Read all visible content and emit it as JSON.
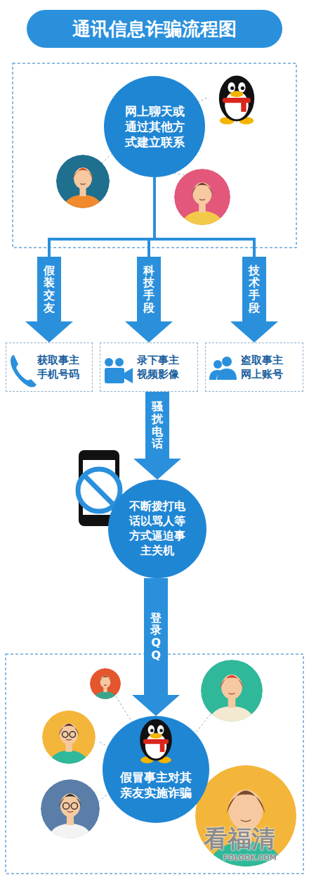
{
  "diagram": {
    "title": "通讯信息诈骗流程图",
    "nodes": [
      {
        "text": [
          "网上聊天或通过其他方式建立联系"
        ]
      },
      {
        "text": [
          "获取事主手机号码"
        ]
      },
      {
        "text": [
          "录下事主视频影像"
        ]
      },
      {
        "text": [
          "盗取事主网上账号"
        ]
      },
      {
        "text": [
          "不断拨打电话以骂人等方式逼迫事主关机"
        ]
      },
      {
        "text": [
          "假冒事主对其亲友实施诈骗"
        ]
      }
    ],
    "edges": [
      {
        "from": 0,
        "to": 1,
        "arrow": "to",
        "label": "假装交友"
      },
      {
        "from": 0,
        "to": 2,
        "arrow": "to",
        "label": "科技手段"
      },
      {
        "from": 0,
        "to": 3,
        "arrow": "to",
        "label": "技术手段"
      },
      {
        "from": 2,
        "to": 4,
        "arrow": "to",
        "label": "骚扰电话"
      },
      {
        "from": 4,
        "to": 5,
        "arrow": "to",
        "label": "登录QQ"
      }
    ],
    "labels": [
      "看福清",
      "FOLOOK.COM"
    ]
  }
}
